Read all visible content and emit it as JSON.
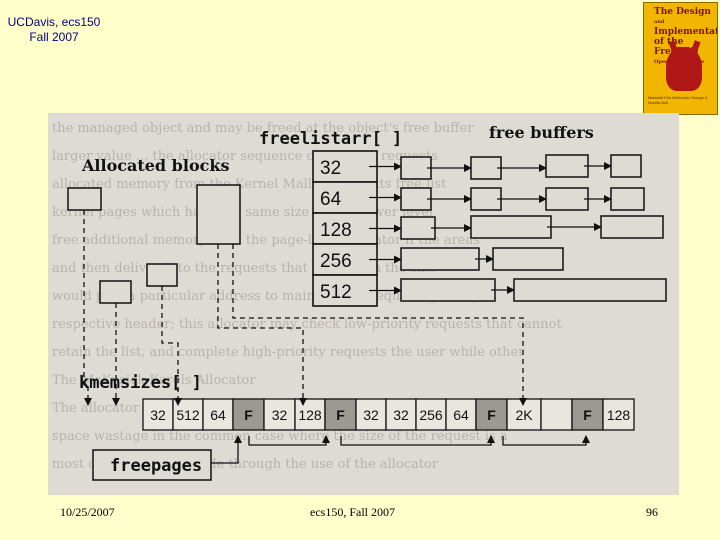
{
  "header": {
    "line1": "UCDavis, ecs150",
    "line2": "Fall 2007"
  },
  "book": {
    "title_lines": [
      "The Design",
      "and",
      "Implementation",
      "of the FreeBSD",
      "Operating System"
    ],
    "authors": "Marshall Kirk McKusick  George V. Neville-Neil"
  },
  "diagram": {
    "freelistarr_label": "freelistarr[ ]",
    "free_buffers_label": "free buffers",
    "allocated_label": "Allocated blocks",
    "kmemsizes_label": "kmemsizes[ ]",
    "freepages_label": "freepages",
    "freelist_sizes": [
      "32",
      "64",
      "128",
      "256",
      "512"
    ],
    "kmem_cells": [
      "32",
      "512",
      "64",
      "F",
      "32",
      "128",
      "F",
      "32",
      "32",
      "256",
      "64",
      "F",
      "2K",
      "",
      "F",
      "128"
    ],
    "ghost_text": [
      "the managed object and may be freed at the object's free buffer",
      "larger value ... the allocator sequence of memory requests",
      "allocated memory from the Kernel Mallocator to its free list",
      "kernel pages which have the same size as to a lower level",
      "free additional memory from the page-level allocator if the areas",
      "and then deliver it to the requests that depend on the size",
      "would pick a particular address to maintain the required priority",
      "respective header; this allocator may check low-priority requests that cannot",
      "retain the list, and complete high-priority requests the user while other",
      "The McKusick-Karels Allocator",
      "The allocator is used in such kernels as 4.4BSD and Digital UNIX. In",
      "space wastage in the common case where the size of the request is a",
      "most of the pages is made through the use of the allocator"
    ]
  },
  "footer": {
    "date": "10/25/2007",
    "course": "ecs150, Fall 2007",
    "page": "96"
  }
}
